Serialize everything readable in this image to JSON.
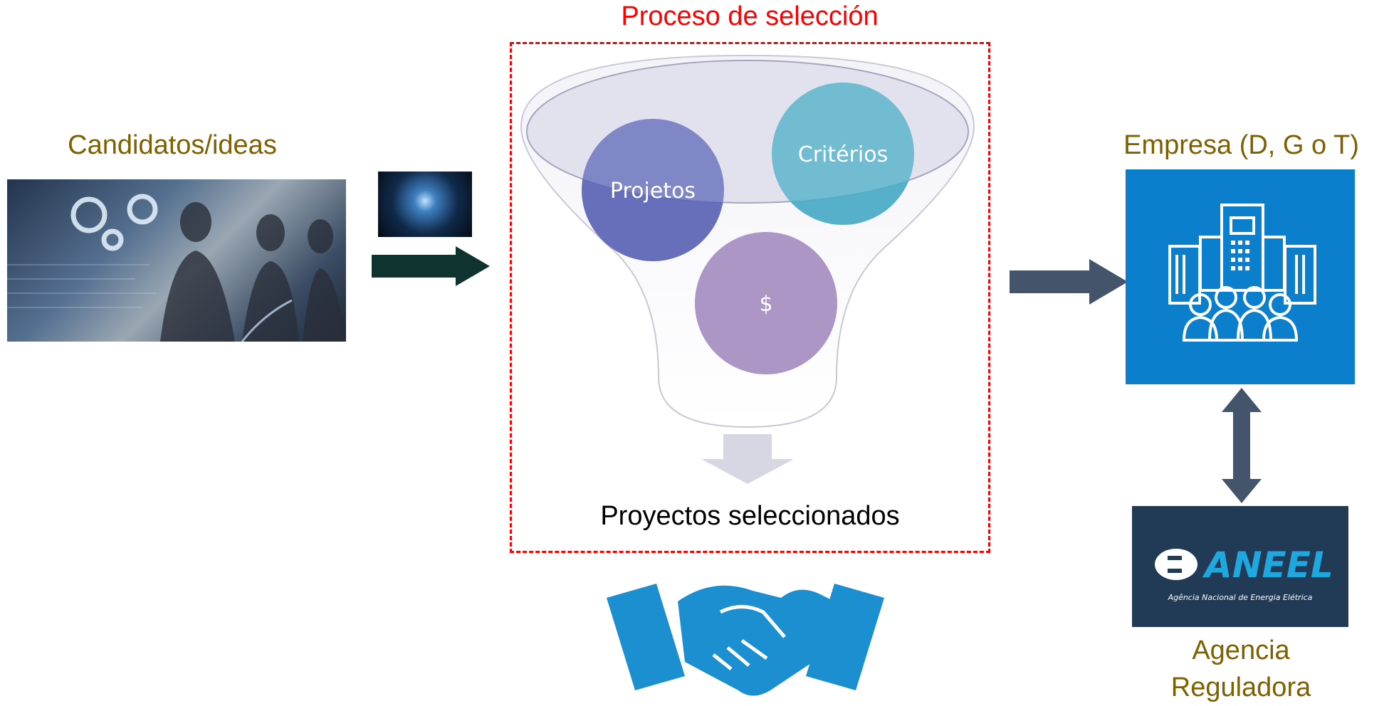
{
  "candidates": {
    "label": "Candidatos/ideas"
  },
  "process": {
    "title": "Proceso de selección",
    "circles": {
      "projects": "Projetos",
      "criteria": "Critérios",
      "money": "$"
    },
    "output_label": "Proyectos seleccionados"
  },
  "company": {
    "label": "Empresa (D, G o T)"
  },
  "regulator": {
    "logo_text": "ANEEL",
    "logo_subtitle": "Agência Nacional de Energia Elétrica",
    "label_line1": "Agencia",
    "label_line2": "Reguladora"
  },
  "colors": {
    "olive": "#7f6000",
    "red": "#ff0000",
    "arrow_dark": "#0f3430",
    "arrow_slate": "#44546a",
    "company_blue": "#0b7fcb",
    "handshake_blue": "#1b8fd0",
    "circle_projects": "#5a63b5",
    "circle_criteria": "#48a9c5",
    "circle_money": "#a38bbf"
  },
  "icons": [
    "team-photo",
    "idea-thumbnail",
    "funnel",
    "down-arrow",
    "handshake-icon",
    "company-building-icon",
    "aneel-logo",
    "double-arrow"
  ]
}
